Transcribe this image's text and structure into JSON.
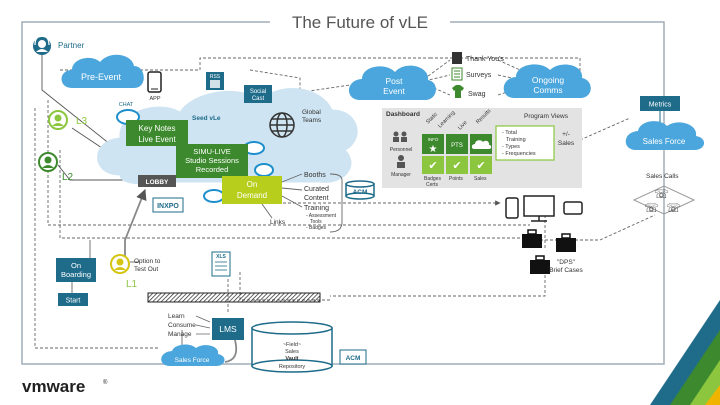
{
  "title": "The Future of vLE",
  "brand": {
    "logo_text": "vmware",
    "trademark": "®",
    "color": "#1f1f1f"
  },
  "colors": {
    "teal": "#1e6b8a",
    "green_dark": "#3d8a2e",
    "green_light": "#8cc63f",
    "lime": "#b7cf1c",
    "cloud": "#cfe4f2",
    "sky": "#4aa6dc",
    "gray_box": "#e3e3e3",
    "line": "#666666"
  },
  "actors": {
    "partner": "Partner",
    "l3": "L3",
    "l2": "L2",
    "l1": "L1"
  },
  "clouds": {
    "pre_event": "Pre-Event",
    "post_event": [
      "Post",
      "Event"
    ],
    "ongoing_comms": [
      "Ongoing",
      "Comms"
    ],
    "sales_force_top": "Sales Force",
    "sales_force_bottom": "Sales Force"
  },
  "labels": {
    "app": "APP",
    "rss": "RSS",
    "social_cast": [
      "Social",
      "Cast"
    ],
    "thank_yous": "Thank You's",
    "surveys": "Surveys",
    "swag": "Swag",
    "chat": "CHAT",
    "seed_vle": "Seed vLe",
    "global_teams": [
      "Global",
      "Teams"
    ],
    "key_notes": [
      "Key Notes",
      "Live Event"
    ],
    "simu_live": [
      "SIMU-LIVE",
      "Studio Sessions",
      "Recorded"
    ],
    "on_demand": [
      "On",
      "Demand"
    ],
    "lobby": "LOBBY",
    "inxpo": "INXPO",
    "booths": "Booths",
    "curated": [
      "Curated",
      "Content"
    ],
    "training": "Training",
    "training_sub": [
      "- Assessment",
      "Tools",
      "- Badges"
    ],
    "links": "Links",
    "acm": "ACM",
    "on_boarding": [
      "On",
      "Boarding"
    ],
    "start": "Start",
    "option_test_out": [
      "Option to",
      "Test Out"
    ],
    "xls": "XLS",
    "lms": "LMS",
    "learn_steps": [
      "Learn",
      "Consume",
      "Manage"
    ],
    "vault": [
      "~Field~",
      "Sales",
      "Vault",
      "Repository"
    ],
    "acm_bottom": "ACM",
    "metrics": "Metrics",
    "sales_calls": "Sales Calls",
    "dps": [
      "\"DPS\"",
      "Brief Cases"
    ],
    "plus_minus_sales": [
      "+/-",
      "Sales"
    ]
  },
  "dashboard": {
    "title": "Dashboard",
    "program_views": "Program Views",
    "columns": [
      "Static",
      "Learning",
      "Live",
      "Results"
    ],
    "personnel": "Personnel",
    "manager": "Manager",
    "info_tile": "INFO",
    "pts_tile": "PTS",
    "bullets": [
      "- Total",
      "Training",
      "- Types",
      "- Frequencies"
    ],
    "bottom_row": [
      "Badges",
      "Certs",
      "Points",
      "Sales"
    ]
  }
}
